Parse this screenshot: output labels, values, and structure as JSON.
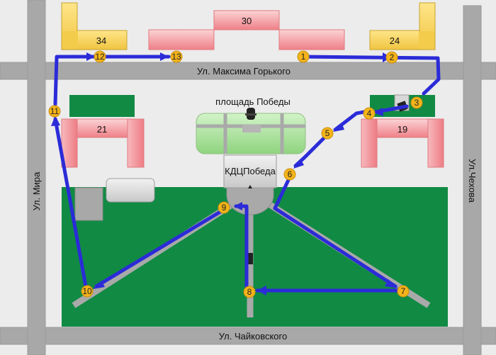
{
  "streets": {
    "top": "Ул. Максима Горького",
    "bottom": "Ул. Чайковского",
    "left": "Ул. Мира",
    "right": "Ул.Чехова"
  },
  "square_label": "площадь Победы",
  "kdc_label": "КДЦПобеда",
  "buildings": {
    "b34": "34",
    "b30": "30",
    "b24": "24",
    "b21": "21",
    "b19": "19"
  },
  "route_markers": [
    "1",
    "2",
    "3",
    "4",
    "5",
    "6",
    "7",
    "8",
    "9",
    "10",
    "11",
    "12",
    "13"
  ],
  "colors": {
    "route": "#2b2bd8",
    "marker_fill": "#f4b41a",
    "park": "#118a44",
    "road": "#a8a8a8",
    "yellow_building": "#f6d35a",
    "pink_building": "#f29aa0",
    "square_green": "#a6e29a"
  }
}
